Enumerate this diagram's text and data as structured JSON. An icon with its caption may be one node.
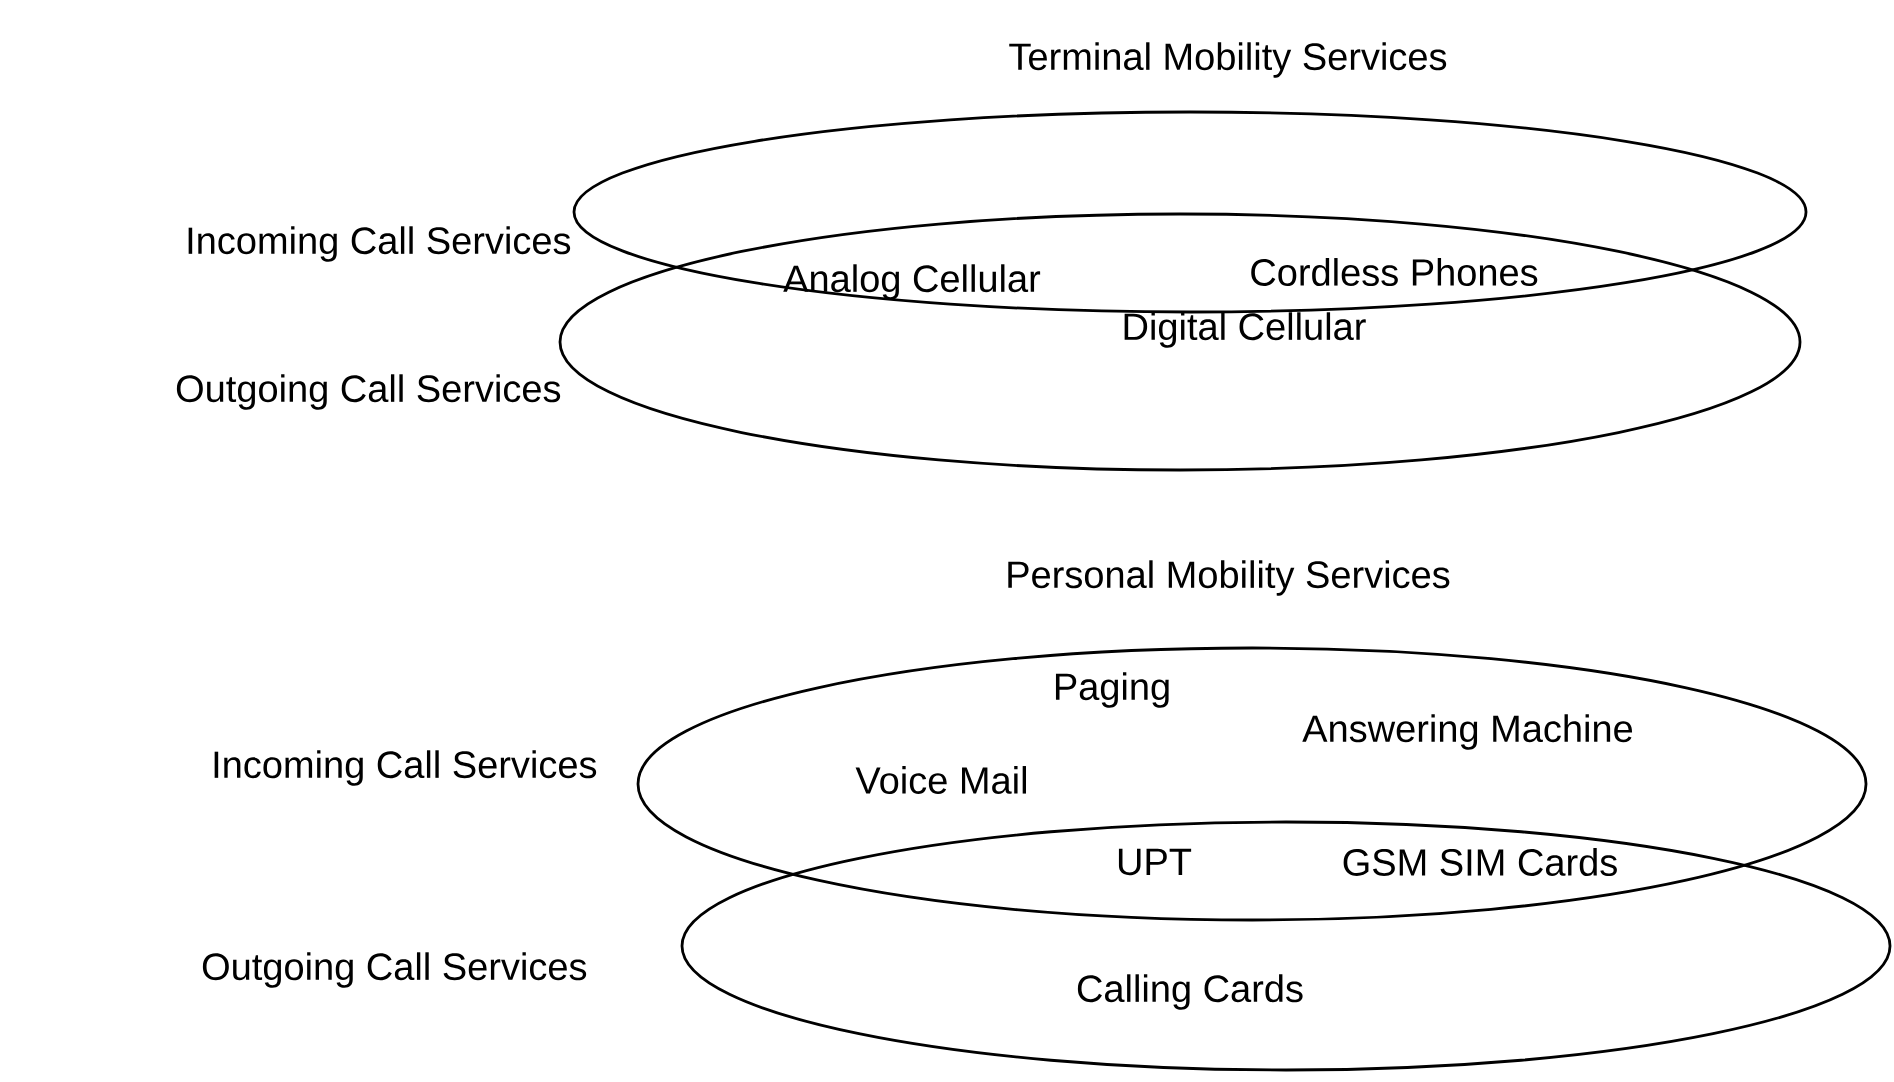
{
  "diagram": {
    "nodes": [
      {
        "text": [],
        "shape": "ellipse",
        "beside": [
          "Incoming Call Services"
        ]
      },
      {
        "text": [],
        "shape": "ellipse",
        "beside": [
          "Outgoing Call Services"
        ]
      },
      {
        "text": [],
        "shape": "ellipse",
        "beside": [
          "Incoming Call Services"
        ]
      },
      {
        "text": [],
        "shape": "ellipse",
        "beside": [
          "Outgoing Call Services"
        ]
      }
    ],
    "labels": [
      "Terminal Mobility Services",
      "Analog Cellular",
      "Cordless Phones",
      "Digital Cellular",
      "Personal Mobility Services",
      "Paging",
      "Answering Machine",
      "Voice Mail",
      "UPT",
      "GSM SIM Cards",
      "Calling Cards"
    ]
  }
}
